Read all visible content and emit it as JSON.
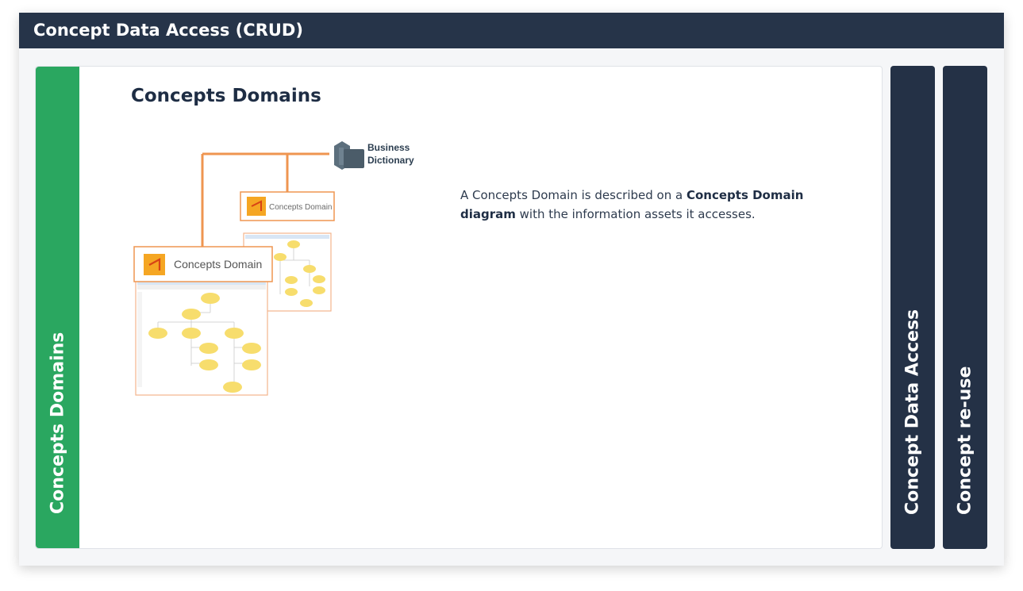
{
  "window": {
    "title": "Concept Data Access (CRUD)"
  },
  "tabs": {
    "active": {
      "label": "Concepts Domains"
    },
    "side": [
      {
        "label": "Concept Data Access"
      },
      {
        "label": "Concept re-use"
      }
    ]
  },
  "content": {
    "title": "Concepts Domains",
    "description": {
      "part1": "A Concepts Domain is described on a ",
      "bold": "Concepts Domain diagram",
      "part2": " with the information assets it accesses."
    }
  },
  "diagram": {
    "business_dictionary_line1": "Business",
    "business_dictionary_line2": "Dictionary",
    "card_small_label": "Concepts Domain",
    "card_large_label": "Concepts Domain"
  },
  "colors": {
    "title_bar": "#263449",
    "active_tab": "#2aa760",
    "side_tab": "#243146",
    "connector": "#ef9550",
    "node": "#f7dd6d"
  }
}
